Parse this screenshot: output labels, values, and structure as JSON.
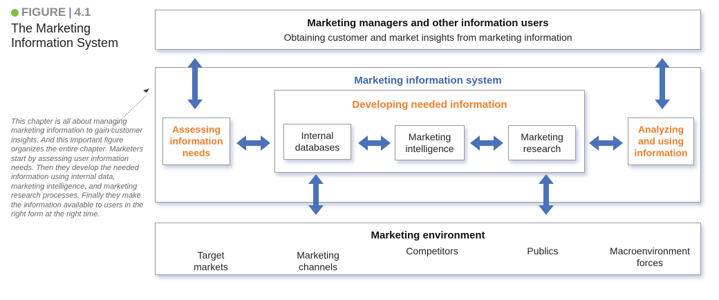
{
  "figure": {
    "label": "FIGURE",
    "number": "4.1",
    "title": "The Marketing Information System"
  },
  "note": "This chapter is all about managing marketing information to gain customer insights. And this important figure organizes the entire chapter. Marketers start by assessing user information needs. Then they develop the needed information using internal data, marketing intelligence, and marketing research processes. Finally they make the information available to users in the right form at the right time.",
  "users": {
    "title": "Marketing managers and other information users",
    "subtitle": "Obtaining customer and market insights from marketing information"
  },
  "mis": {
    "title": "Marketing information system",
    "assessing": "Assessing information needs",
    "developing": {
      "title": "Developing needed information",
      "items": [
        "Internal databases",
        "Marketing intelligence",
        "Marketing research"
      ]
    },
    "analyzing": "Analyzing and using information"
  },
  "environment": {
    "title": "Marketing environment",
    "items": [
      "Target markets",
      "Marketing channels",
      "Competitors",
      "Publics",
      "Macroenvironment forces"
    ]
  },
  "colors": {
    "arrow": "#4a72b8",
    "orange": "#f07c2a",
    "blue": "#3f66b0",
    "dot": "#7cc242"
  }
}
